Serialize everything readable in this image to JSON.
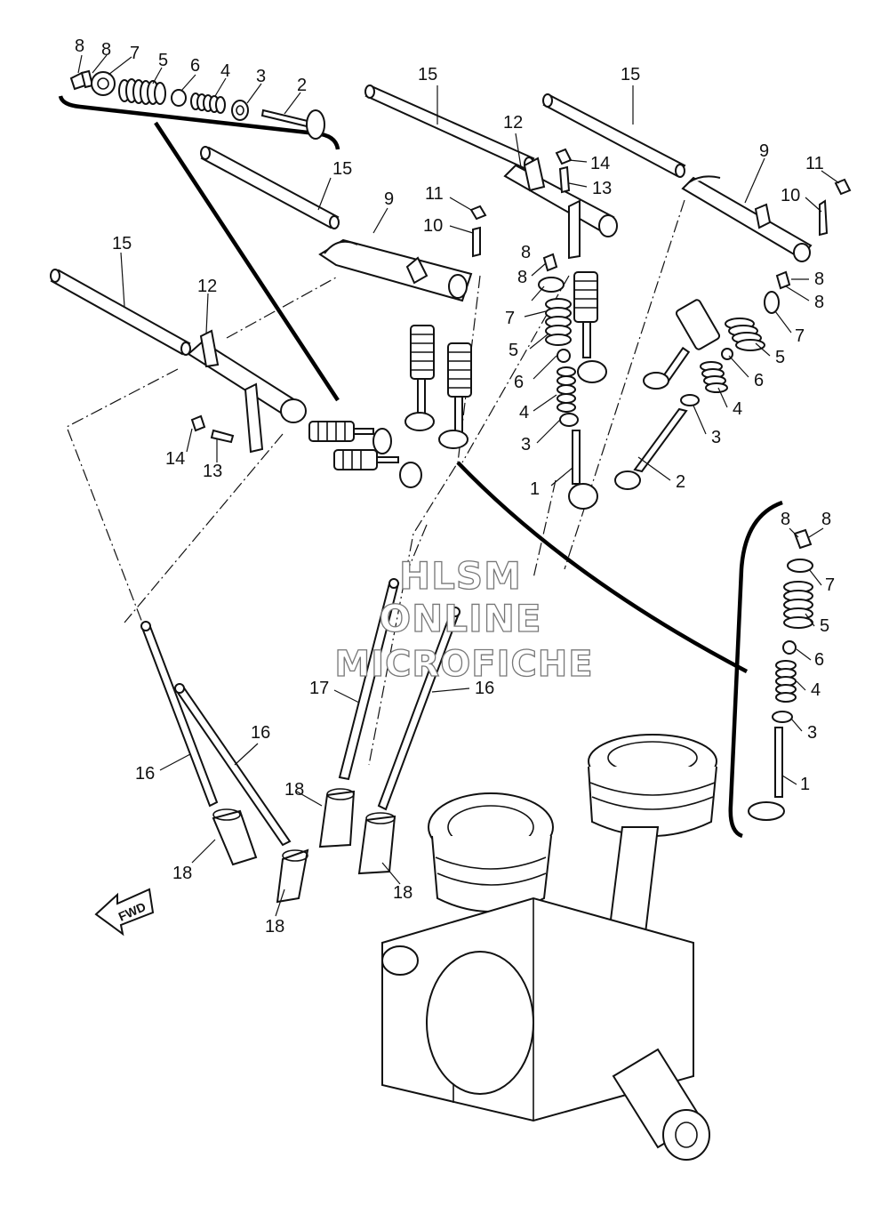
{
  "watermark": {
    "line1": "HLSM",
    "line2": "ONLINE",
    "line3": "MICROFICHE"
  },
  "fwd_label": "FWD",
  "callouts": [
    {
      "id": "a8a",
      "text": "8"
    },
    {
      "id": "a8b",
      "text": "8"
    },
    {
      "id": "a7",
      "text": "7"
    },
    {
      "id": "a5",
      "text": "5"
    },
    {
      "id": "a6",
      "text": "6"
    },
    {
      "id": "a4",
      "text": "4"
    },
    {
      "id": "a3",
      "text": "3"
    },
    {
      "id": "a2",
      "text": "2"
    },
    {
      "id": "b15",
      "text": "15"
    },
    {
      "id": "b9",
      "text": "9"
    },
    {
      "id": "b11",
      "text": "11"
    },
    {
      "id": "b10",
      "text": "10"
    },
    {
      "id": "c15",
      "text": "15"
    },
    {
      "id": "c12",
      "text": "12"
    },
    {
      "id": "c14",
      "text": "14"
    },
    {
      "id": "c13",
      "text": "13"
    },
    {
      "id": "d15",
      "text": "15"
    },
    {
      "id": "d12",
      "text": "12"
    },
    {
      "id": "d14",
      "text": "14"
    },
    {
      "id": "d13",
      "text": "13"
    },
    {
      "id": "e15",
      "text": "15"
    },
    {
      "id": "e9",
      "text": "9"
    },
    {
      "id": "e11",
      "text": "11"
    },
    {
      "id": "e10",
      "text": "10"
    },
    {
      "id": "f8a",
      "text": "8"
    },
    {
      "id": "f8b",
      "text": "8"
    },
    {
      "id": "f7",
      "text": "7"
    },
    {
      "id": "f5",
      "text": "5"
    },
    {
      "id": "f6",
      "text": "6"
    },
    {
      "id": "f4",
      "text": "4"
    },
    {
      "id": "f3",
      "text": "3"
    },
    {
      "id": "f1",
      "text": "1"
    },
    {
      "id": "g8a",
      "text": "8"
    },
    {
      "id": "g8b",
      "text": "8"
    },
    {
      "id": "g7",
      "text": "7"
    },
    {
      "id": "g5",
      "text": "5"
    },
    {
      "id": "g6",
      "text": "6"
    },
    {
      "id": "g4",
      "text": "4"
    },
    {
      "id": "g3",
      "text": "3"
    },
    {
      "id": "g2",
      "text": "2"
    },
    {
      "id": "h8a",
      "text": "8"
    },
    {
      "id": "h8b",
      "text": "8"
    },
    {
      "id": "h7",
      "text": "7"
    },
    {
      "id": "h5",
      "text": "5"
    },
    {
      "id": "h6",
      "text": "6"
    },
    {
      "id": "h4",
      "text": "4"
    },
    {
      "id": "h3",
      "text": "3"
    },
    {
      "id": "h1",
      "text": "1"
    },
    {
      "id": "i16a",
      "text": "16"
    },
    {
      "id": "i16b",
      "text": "16"
    },
    {
      "id": "i17",
      "text": "17"
    },
    {
      "id": "i16c",
      "text": "16"
    },
    {
      "id": "i18a",
      "text": "18"
    },
    {
      "id": "i18b",
      "text": "18"
    },
    {
      "id": "i18c",
      "text": "18"
    },
    {
      "id": "i18d",
      "text": "18"
    }
  ]
}
